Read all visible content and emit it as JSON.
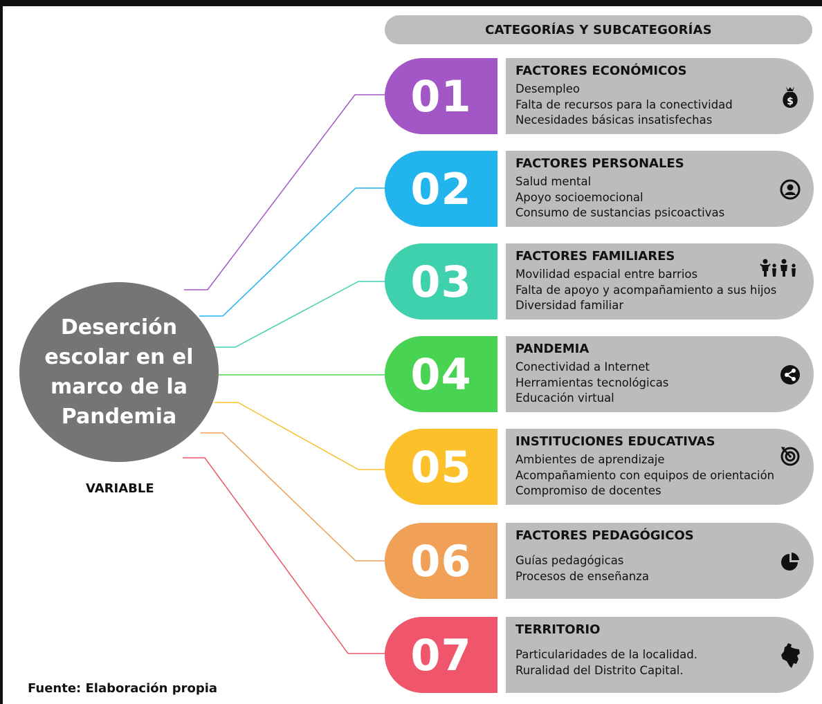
{
  "header": {
    "title": "CATEGORÍAS Y SUBCATEGORÍAS"
  },
  "center": {
    "title": "Deserción escolar en el marco de la Pandemia",
    "label": "VARIABLE"
  },
  "source": "Fuente: Elaboración propia",
  "categories": [
    {
      "number": "01",
      "color": "#a356c5",
      "title": "FACTORES ECONÓMICOS",
      "items": [
        "Desempleo",
        "Falta de recursos para la conectividad",
        "Necesidades básicas insatisfechas"
      ],
      "icon": "money-bag-icon"
    },
    {
      "number": "02",
      "color": "#22b4ec",
      "title": "FACTORES PERSONALES",
      "items": [
        "Salud mental",
        "Apoyo socioemocional",
        "Consumo de sustancias psicoactivas"
      ],
      "icon": "user-circle-icon"
    },
    {
      "number": "03",
      "color": "#3fd1ad",
      "title": "FACTORES FAMILIARES",
      "items": [
        "Movilidad espacial entre barrios",
        "Falta de apoyo y acompañamiento a sus hijos",
        "Diversidad familiar"
      ],
      "icon": "family-icon"
    },
    {
      "number": "04",
      "color": "#48d352",
      "title": "PANDEMIA",
      "items": [
        "Conectividad a Internet",
        "Herramientas tecnológicas",
        "Educación virtual"
      ],
      "icon": "share-icon"
    },
    {
      "number": "05",
      "color": "#fcc02a",
      "title": "INSTITUCIONES EDUCATIVAS",
      "items": [
        "Ambientes de aprendizaje",
        "Acompañamiento con equipos de orientación",
        "Compromiso de docentes"
      ],
      "icon": "target-icon"
    },
    {
      "number": "06",
      "color": "#f0a057",
      "title": "FACTORES PEDAGÓGICOS",
      "items": [
        "Guías pedagógicas",
        "Procesos de enseñanza"
      ],
      "icon": "pie-chart-icon"
    },
    {
      "number": "07",
      "color": "#f0566b",
      "title": "TERRITORIO",
      "items": [
        "Particularidades de la localidad.",
        "Ruralidad del Distrito Capital."
      ],
      "icon": "map-colombia-icon"
    }
  ]
}
